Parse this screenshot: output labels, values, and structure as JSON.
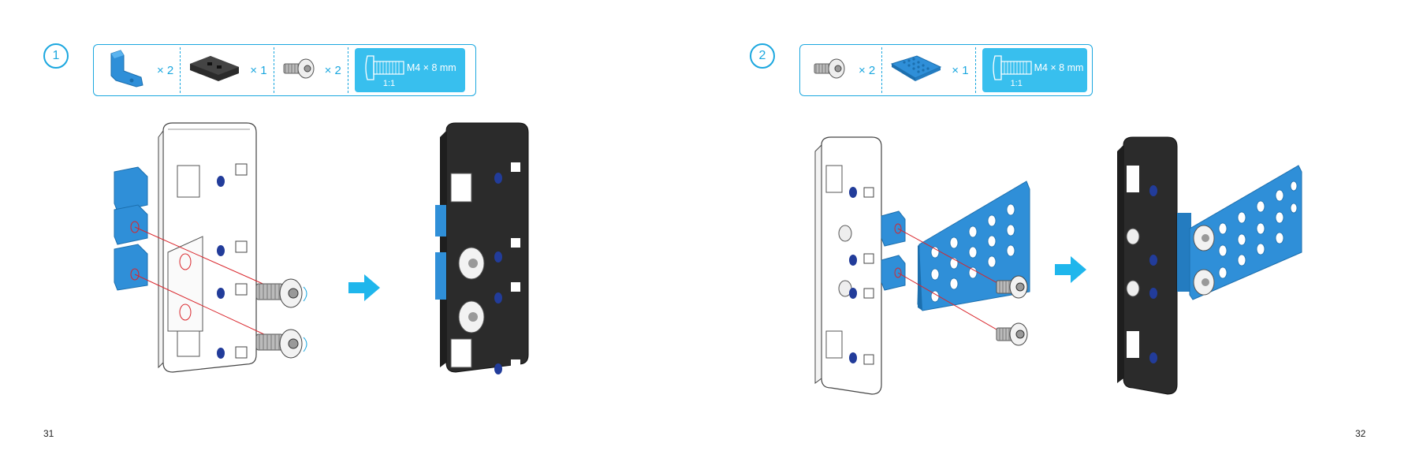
{
  "left_page": {
    "step_number": "1",
    "parts": [
      {
        "icon": "blue-bracket-icon",
        "quantity": "× 2"
      },
      {
        "icon": "black-beam-icon",
        "quantity": "× 1"
      },
      {
        "icon": "screw-icon",
        "quantity": "× 2"
      }
    ],
    "screw_spec": {
      "label": "M4 × 8 mm",
      "scale": "1:1"
    },
    "page_number": "31"
  },
  "right_page": {
    "step_number": "2",
    "parts": [
      {
        "icon": "screw-icon",
        "quantity": "× 2"
      },
      {
        "icon": "blue-plate-icon",
        "quantity": "× 1"
      }
    ],
    "screw_spec": {
      "label": "M4 × 8 mm",
      "scale": "1:1"
    },
    "page_number": "32"
  },
  "colors": {
    "accent": "#1ba7df",
    "part_blue": "#2f8fd8",
    "arrow_blue": "#1fb6ec",
    "dark_part": "#2b2b2b",
    "red_guide": "#d9262c"
  }
}
